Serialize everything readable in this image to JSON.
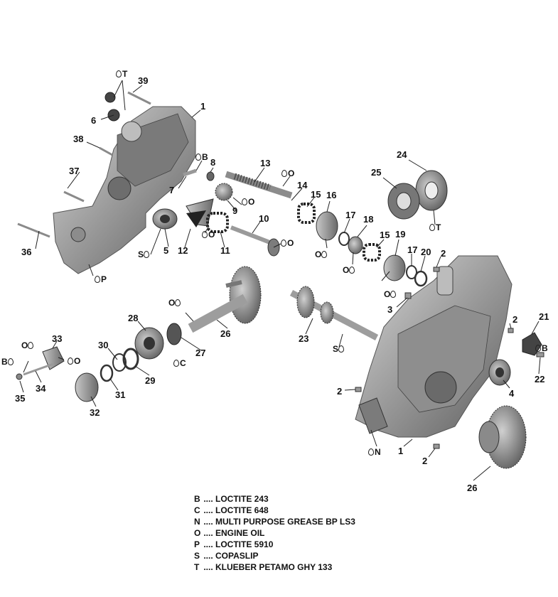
{
  "callouts": [
    "1",
    "2",
    "3",
    "4",
    "5",
    "6",
    "7",
    "8",
    "9",
    "10",
    "11",
    "12",
    "13",
    "14",
    "15",
    "16",
    "17",
    "18",
    "19",
    "20",
    "21",
    "22",
    "23",
    "24",
    "25",
    "26",
    "27",
    "28",
    "29",
    "30",
    "31",
    "32",
    "33",
    "34",
    "35",
    "36",
    "37",
    "38",
    "39"
  ],
  "product_codes": [
    "B",
    "C",
    "N",
    "O",
    "P",
    "S",
    "T"
  ],
  "legend": [
    {
      "code": "B",
      "text": ".... LOCTITE 243"
    },
    {
      "code": "C",
      "text": ".... LOCTITE 648"
    },
    {
      "code": "N",
      "text": ".... MULTI PURPOSE GREASE BP LS3"
    },
    {
      "code": "O",
      "text": ".... ENGINE OIL"
    },
    {
      "code": "P",
      "text": ".... LOCTITE 5910"
    },
    {
      "code": "S",
      "text": ".... COPASLIP"
    },
    {
      "code": "T",
      "text": ".... KLUEBER PETAMO GHY 133"
    }
  ]
}
